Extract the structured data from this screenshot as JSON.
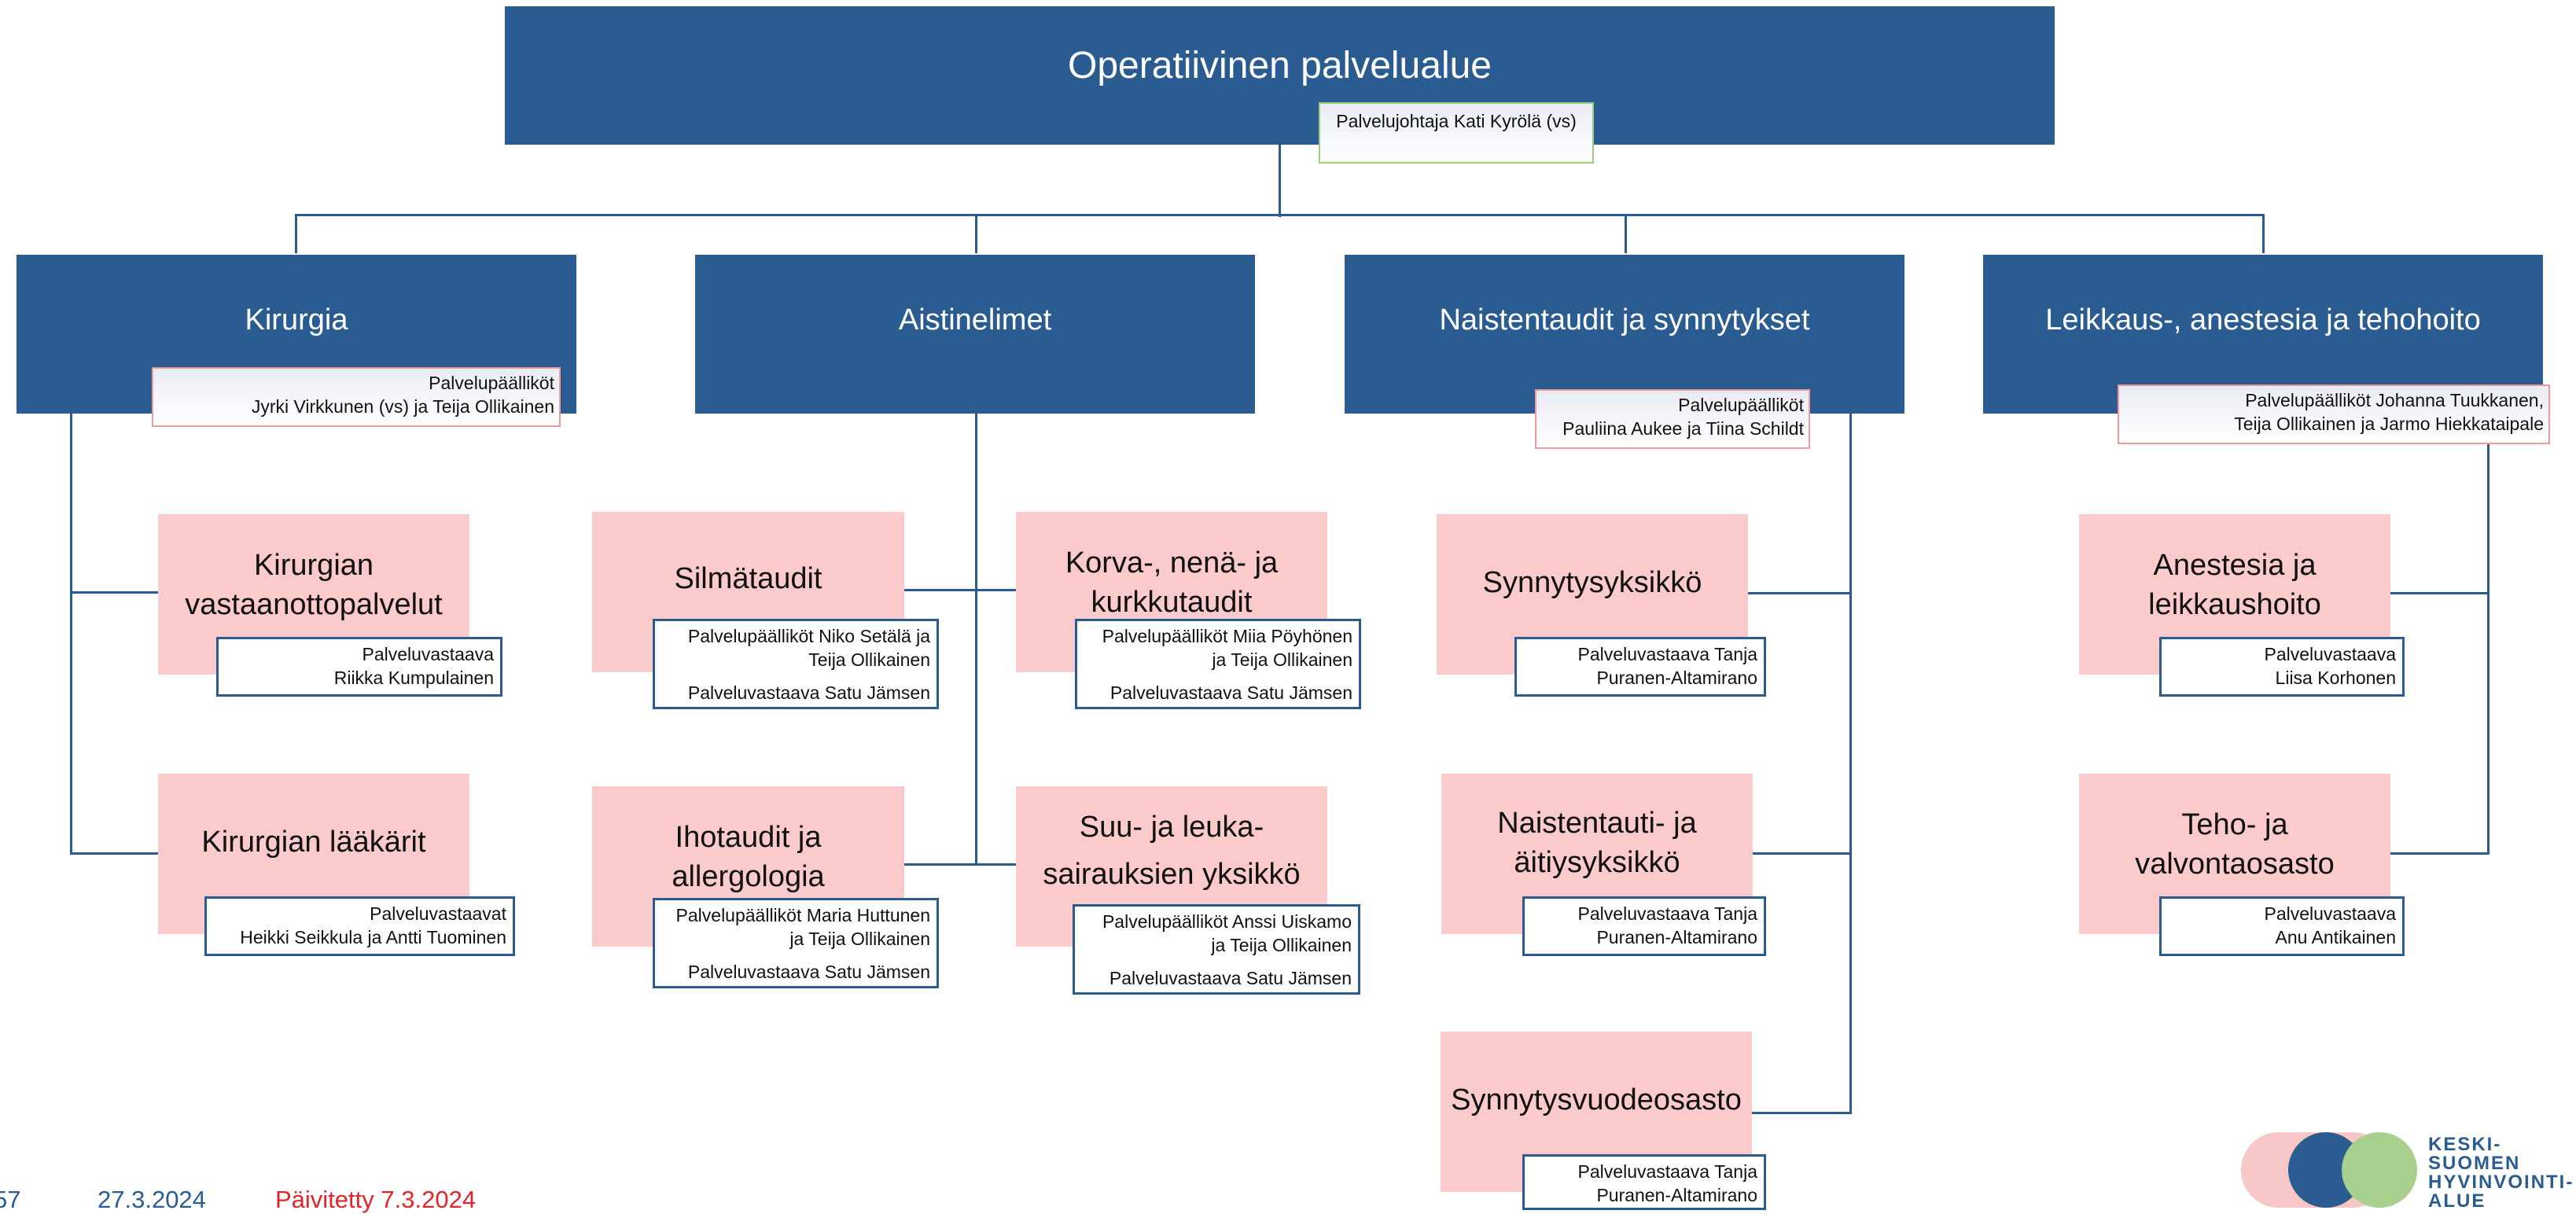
{
  "top": {
    "title": "Operatiivinen palvelualue",
    "leader": "Palvelujohtaja Kati Kyrölä (vs)"
  },
  "divisions": [
    {
      "title": "Kirurgia",
      "leader_l1": "Palvelupäälliköt",
      "leader_l2": "Jyrki Virkkunen (vs) ja Teija Ollikainen"
    },
    {
      "title": "Aistinelimet"
    },
    {
      "title": "Naistentaudit ja synnytykset",
      "leader_l1": "Palvelupäälliköt",
      "leader_l2": "Pauliina Aukee ja Tiina Schildt"
    },
    {
      "title": "Leikkaus-, anestesia ja tehohoito",
      "leader_l1": "Palvelupäälliköt Johanna Tuukkanen,",
      "leader_l2": "Teija Ollikainen ja Jarmo Hiekkataipale"
    }
  ],
  "units": {
    "kirurgian_vastaanotto": {
      "l1": "Kirurgian",
      "l2": "vastaanottopalvelut",
      "n1": "Palveluvastaava",
      "n2": "Riikka Kumpulainen"
    },
    "kirurgian_laakarit": {
      "l1": "Kirurgian lääkärit",
      "n1": "Palveluvastaavat",
      "n2": "Heikki Seikkula ja  Antti Tuominen"
    },
    "silmataudit": {
      "l1": "Silmätaudit",
      "n1": "Palvelupäälliköt Niko Setälä ja",
      "n2": "Teija Ollikainen",
      "n3": "Palveluvastaava Satu Jämsen"
    },
    "korva": {
      "l1": "Korva-, nenä- ja",
      "l2": "kurkkutaudit",
      "n1": "Palvelupäälliköt Miia Pöyhönen",
      "n2": "ja Teija Ollikainen",
      "n3": "Palveluvastaava Satu Jämsen"
    },
    "ihotaudit": {
      "l1": "Ihotaudit ja",
      "l2": "allergologia",
      "n1": "Palvelupäälliköt Maria Huttunen",
      "n2": "ja Teija Ollikainen",
      "n3": "Palveluvastaava Satu Jämsen"
    },
    "suu": {
      "l1": "Suu- ja leuka-",
      "l2": "sairauksien yksikkö",
      "n1": "Palvelupäälliköt Anssi Uiskamo",
      "n2": "ja Teija Ollikainen",
      "n3": "Palveluvastaava Satu Jämsen"
    },
    "synnytysyksikko": {
      "l1": "Synnytysyksikkö",
      "n1": "Palveluvastaava Tanja",
      "n2": "Puranen-Altamirano"
    },
    "naistentauti": {
      "l1": "Naistentauti- ja",
      "l2": "äitiysyksikkö",
      "n1": "Palveluvastaava Tanja",
      "n2": "Puranen-Altamirano"
    },
    "synnytysvuodeosasto": {
      "l1": "Synnytysvuodeosasto",
      "n1": "Palveluvastaava Tanja",
      "n2": "Puranen-Altamirano"
    },
    "anestesia": {
      "l1": "Anestesia ja",
      "l2": "leikkaushoito",
      "n1": "Palveluvastaava",
      "n2": "Liisa Korhonen"
    },
    "teho": {
      "l1": "Teho- ja",
      "l2": "valvontaosasto",
      "n1": "Palveluvastaava",
      "n2": "Anu Antikainen"
    }
  },
  "footer": {
    "page": "57",
    "date": "27.3.2024",
    "updated": "Päivitetty 7.3.2024"
  },
  "logo": {
    "l1": "KESKI-",
    "l2": "SUOMEN",
    "l3": "HYVINVOINTI-",
    "l4": "ALUE"
  },
  "colors": {
    "header_blue": "#2a5c92",
    "unit_pink": "#fbcaca",
    "updated_red": "#e3242b",
    "logo_green": "#a8d08d"
  }
}
